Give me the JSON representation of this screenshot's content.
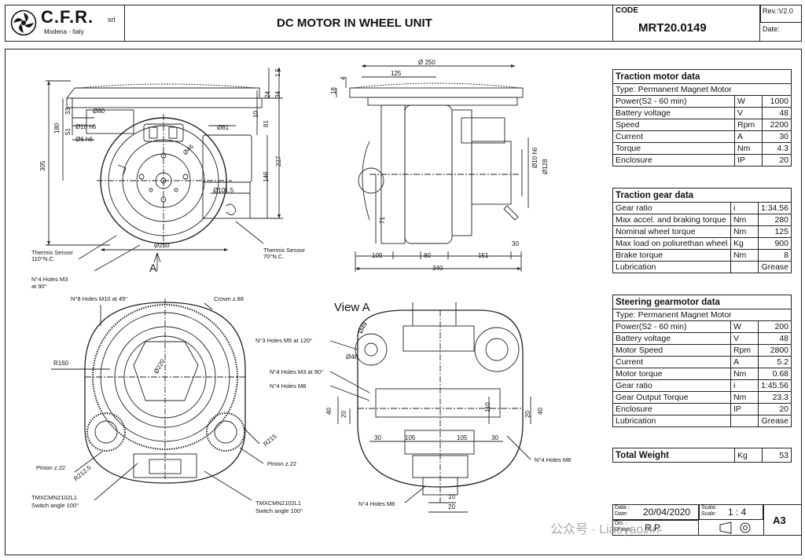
{
  "header": {
    "company": "C.F.R.",
    "company_suffix": "srl",
    "location": "Modena - Italy",
    "title": "DC MOTOR IN WHEEL UNIT",
    "code_label": "CODE",
    "code_value": "MRT20.0149",
    "rev": "Rev.:V2.0",
    "date_label": "Date:"
  },
  "traction_motor": {
    "title": "Traction motor data",
    "type": "Type:  Permanent Magnet Motor",
    "rows": [
      {
        "name": "Power(S2 - 60 min)",
        "unit": "W",
        "value": "1000"
      },
      {
        "name": "Battery voltage",
        "unit": "V",
        "value": "48"
      },
      {
        "name": "Speed",
        "unit": "Rpm",
        "value": "2200"
      },
      {
        "name": "Current",
        "unit": "A",
        "value": "30"
      },
      {
        "name": "Torque",
        "unit": "Nm",
        "value": "4.3"
      },
      {
        "name": "Enclosure",
        "unit": "IP",
        "value": "20"
      }
    ]
  },
  "traction_gear": {
    "title": "Traction gear data",
    "rows": [
      {
        "name": "Gear ratio",
        "unit": "i",
        "value": "1:34.56"
      },
      {
        "name": "Max accel. and braking torque",
        "unit": "Nm",
        "value": "280"
      },
      {
        "name": "Nominal wheel torque",
        "unit": "Nm",
        "value": "125"
      },
      {
        "name": "Max load on poliurethan wheel",
        "unit": "Kg",
        "value": "900"
      },
      {
        "name": "Brake torque",
        "unit": "Nm",
        "value": "8"
      },
      {
        "name": "Lubrication",
        "unit": "",
        "value": "Grease"
      }
    ]
  },
  "steering_motor": {
    "title": "Steering gearmotor data",
    "type": "Type:  Permanent Magnet Motor",
    "rows": [
      {
        "name": "Power(S2 - 60 min)",
        "unit": "W",
        "value": "200"
      },
      {
        "name": "Battery voltage",
        "unit": "V",
        "value": "48"
      },
      {
        "name": "Motor Speed",
        "unit": "Rpm",
        "value": "2800"
      },
      {
        "name": "Current",
        "unit": "A",
        "value": "5.2"
      },
      {
        "name": "Motor torque",
        "unit": "Nm",
        "value": "0.68"
      },
      {
        "name": "Gear ratio",
        "unit": "i",
        "value": "1:45.56"
      },
      {
        "name": "Gear Output Torque",
        "unit": "Nm",
        "value": "23.3"
      },
      {
        "name": "Enclosure",
        "unit": "IP",
        "value": "20"
      },
      {
        "name": "Lubrication",
        "unit": "",
        "value": "Grease"
      }
    ]
  },
  "total_weight": {
    "name": "Total Weight",
    "unit": "Kg",
    "value": "53"
  },
  "footer": {
    "data_label": "Data :",
    "date_label": "Date:",
    "date_value": "20/04/2020",
    "scala_label": "Scala:",
    "scale_label": "Scale:",
    "scale_value": "1 : 4",
    "dis_label": "Dis. :",
    "drawn_label": "Drawn:",
    "drawn_value": "R.P.",
    "sheet": "A3",
    "watermark": "公众号 · LiaoyaoJin"
  },
  "labels": {
    "thermis1": "Thermis Sensor",
    "thermis1b": "110°N.C.",
    "thermis2": "Thermis Sensor",
    "thermis2b": "70°N.C.",
    "holes_m3_90": "N°4 Holes M3",
    "holes_m3_90b": "at 90°",
    "arrow_a": "A",
    "holes_m10": "N°8 Holes M10 at 45°",
    "crown": "Crown z.88",
    "holes_m5": "N°3 Holes M5 at 120°",
    "holes_m3b": "N°4 Holes M3 at 90°",
    "holes_m8a": "N°4 Holes M8",
    "holes_m8b": "N°4 Holes M8",
    "holes_m8c": "N°4 Holes M8",
    "pinion_l": "Pinion z.22",
    "pinion_r": "Pinion z.22",
    "switch_l": "TMXCMN2102L1",
    "switch_lb": "Switch angle 100°",
    "switch_r": "TMXCMN2102L1",
    "switch_rb": "Switch angle 100°",
    "view_a": "View A"
  },
  "dims": {
    "d305": "305",
    "d180": "180",
    "d33": "33",
    "d51": "51",
    "d80": "Ø80",
    "d10h6": "Ø10 h6",
    "d6h6": "Ø6 h6",
    "d81": "Ø81",
    "d46": "Ø46",
    "d1015": "Ø101.5",
    "d250a": "Ø250",
    "d15": "1.5",
    "d24": "24",
    "d34": "34",
    "d10": "10",
    "d81b": "81",
    "d227": "227",
    "d146": "146",
    "d250b": "Ø 250",
    "d125": "125",
    "d4": "4",
    "d18": "18",
    "d10h6b": "Ø10 h6",
    "d128": "Ø128",
    "d71": "71",
    "d109": "109",
    "d80b": "80",
    "d151": "151",
    "d30": "30",
    "d340": "340",
    "r160": "R160",
    "d220": "Ø220",
    "r215": "R215",
    "r2125": "R212.5",
    "d46b": "Ø46",
    "d49": "Ø49",
    "d110": "110",
    "d40": "40",
    "d20": "20",
    "d40b": "40",
    "d20b": "20",
    "d30b": "30",
    "d105": "105",
    "d105b": "105",
    "d30c": "30",
    "d10b": "10",
    "d20c": "20"
  },
  "colors": {
    "line": "#222222",
    "accent": "#111111"
  }
}
